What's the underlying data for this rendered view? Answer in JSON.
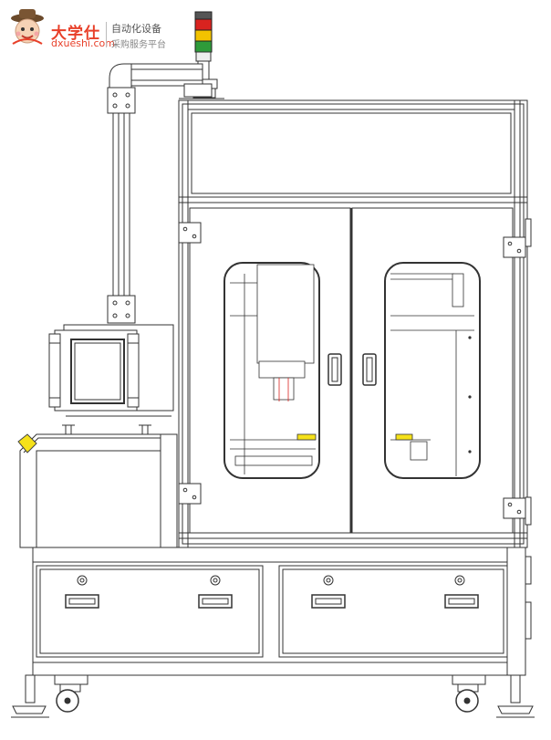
{
  "watermark": {
    "brand_cn": "大学仕",
    "brand_domain": "dxueshi.com",
    "tagline_1": "自动化设备",
    "tagline_2": "采购服务平台",
    "accent_color": "#e8402a"
  },
  "drawing": {
    "line_color": "#333333",
    "glass_color": "#ffffff",
    "warning_label_color": "#f5e11a",
    "signal_tower_colors": [
      "#d9231f",
      "#f2c200",
      "#2e9b3a"
    ]
  }
}
